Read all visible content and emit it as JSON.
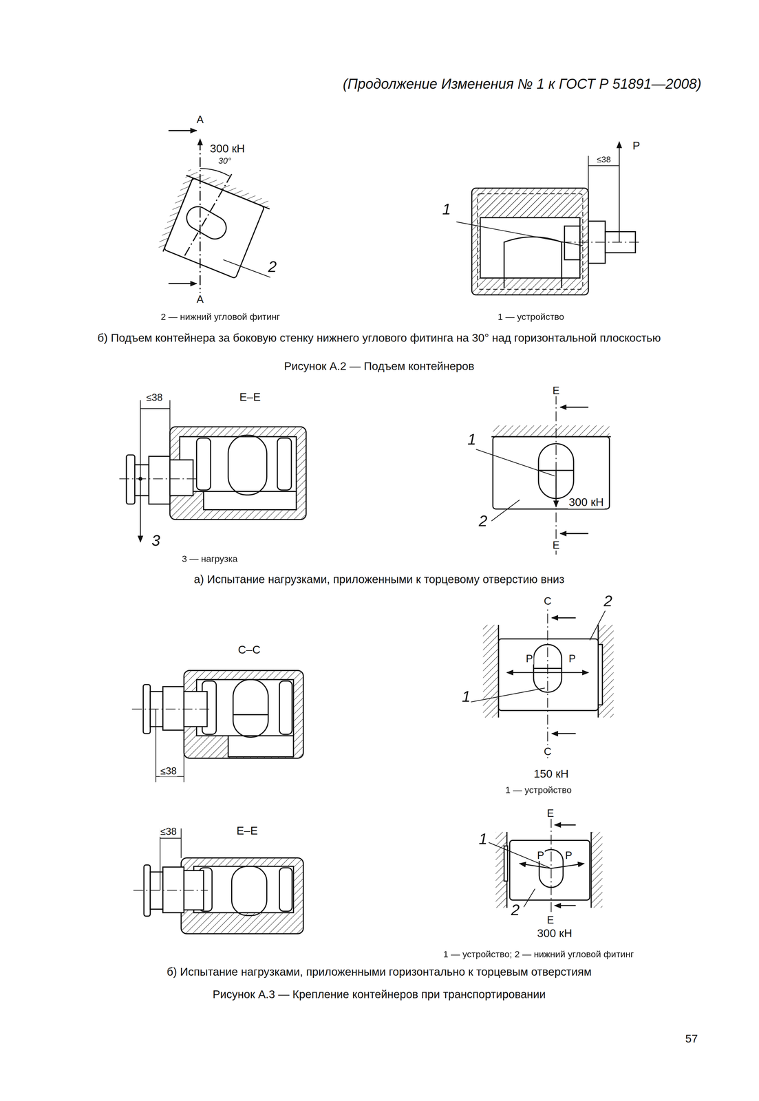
{
  "diagram": {
    "labels": [
      "(Продолжение Изменения № 1 к ГОСТ Р 51891—2008)",
      "А",
      "300 кН",
      "30°",
      "2",
      "А",
      "2 — нижний угловой фитинг",
      "Р",
      "≤38",
      "1",
      "1 — устройство",
      "б) Подъем контейнера за боковую стенку нижнего углового фитинга на 30° над горизонтальной плоскостью",
      "Рисунок А.2 — Подъем контейнеров",
      "≤38",
      "Е–Е",
      "Е",
      "1",
      "300 кН",
      "2",
      "3",
      "Е",
      "3 — нагрузка",
      "а) Испытание нагрузками, приложенными к торцевому отверстию вниз",
      "С",
      "2",
      "С–С",
      "Р",
      "Р",
      "1",
      "С",
      "≤38",
      "150 кН",
      "1 — устройство",
      "Е",
      "≤38",
      "Е–Е",
      "1",
      "Р",
      "Р",
      "2",
      "Е",
      "300 кН",
      "1 — устройство; 2 — нижний угловой фитинг",
      "б) Испытание нагрузками, приложенными горизонтально к торцевым отверстиям",
      "Рисунок А.3 — Крепление контейнеров при транспортировании",
      "57"
    ]
  }
}
